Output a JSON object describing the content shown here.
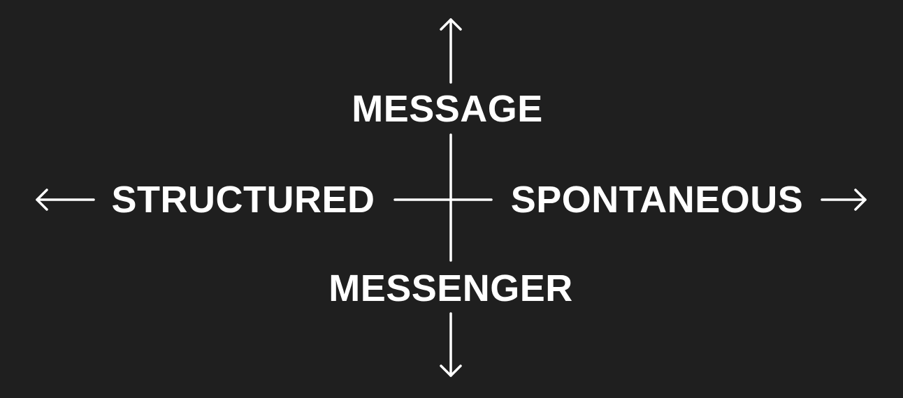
{
  "diagram": {
    "top_label": "MESSAGE",
    "bottom_label": "MESSENGER",
    "left_label": "STRUCTURED",
    "right_label": "SPONTANEOUS"
  },
  "colors": {
    "background": "#1f1f1f",
    "foreground": "#ffffff"
  }
}
